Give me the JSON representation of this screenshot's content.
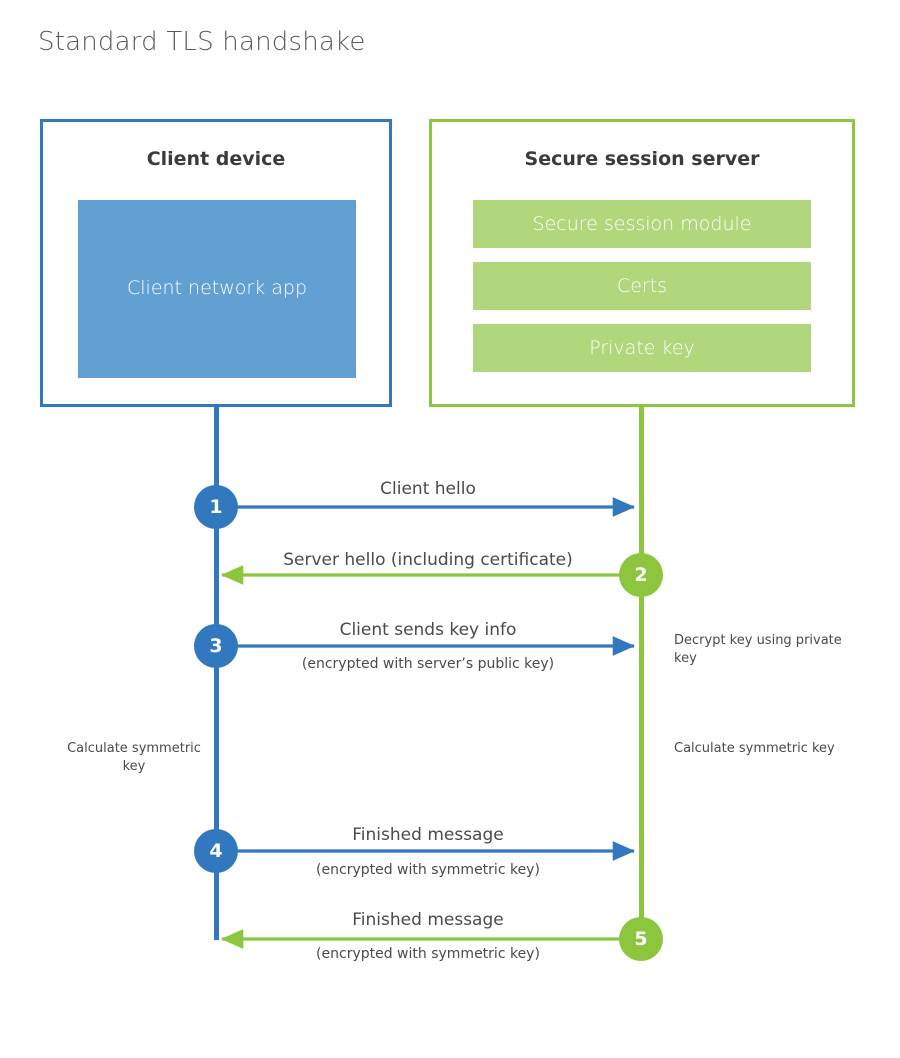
{
  "title": "Standard TLS handshake",
  "colors": {
    "client_blue": "#3178be",
    "client_app_fill": "#62a0d4",
    "server_green": "#8cc63e",
    "server_module_fill": "#b0d77b",
    "text": "#4a4a4a",
    "background": "#ffffff"
  },
  "client": {
    "title": "Client device",
    "app_label": "Client network app"
  },
  "server": {
    "title": "Secure session server",
    "modules": [
      {
        "label": "Secure session module"
      },
      {
        "label": "Certs"
      },
      {
        "label": "Private key"
      }
    ]
  },
  "steps": [
    {
      "number": "1",
      "side": "client",
      "direction": "client-to-server",
      "label": "Client hello",
      "sublabel": ""
    },
    {
      "number": "2",
      "side": "server",
      "direction": "server-to-client",
      "label": "Server hello (including certificate)",
      "sublabel": ""
    },
    {
      "number": "3",
      "side": "client",
      "direction": "client-to-server",
      "label": "Client sends key info",
      "sublabel": "(encrypted with server’s public key)"
    },
    {
      "number": "4",
      "side": "client",
      "direction": "client-to-server",
      "label": "Finished message",
      "sublabel": "(encrypted with symmetric key)"
    },
    {
      "number": "5",
      "side": "server",
      "direction": "server-to-client",
      "label": "Finished message",
      "sublabel": "(encrypted with symmetric key)"
    }
  ],
  "annotations": {
    "decrypt_key": "Decrypt key using private key",
    "calculate_symmetric_key_server": "Calculate symmetric key",
    "calculate_symmetric_key_client": "Calculate symmetric key"
  }
}
